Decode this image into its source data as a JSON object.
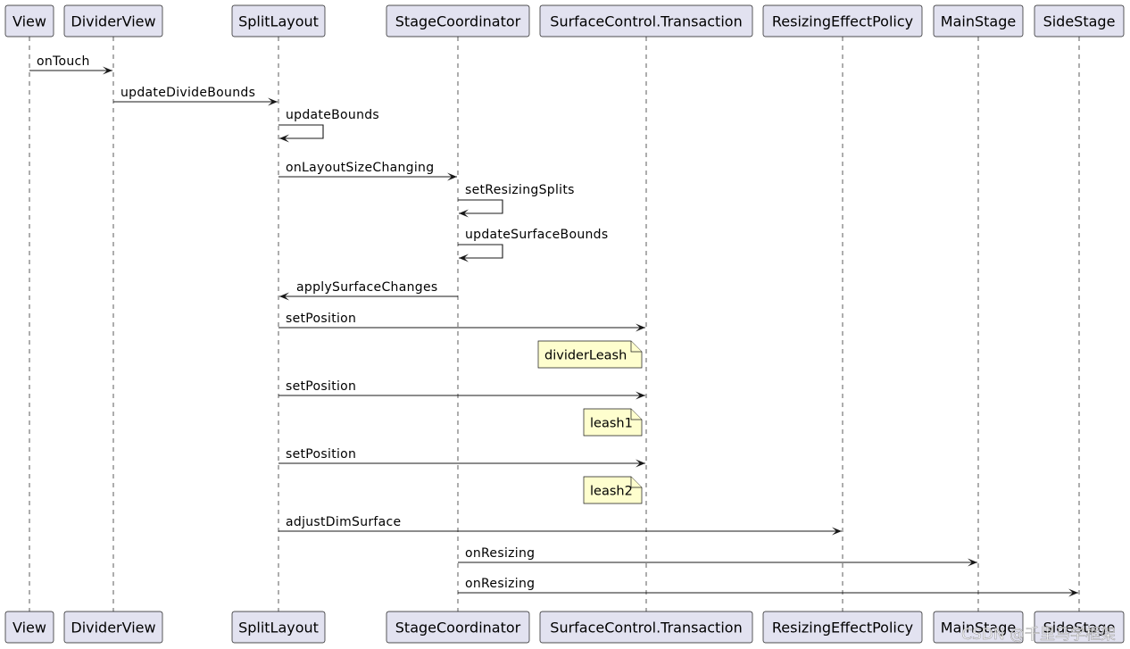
{
  "participants": [
    {
      "id": "View",
      "label": "View"
    },
    {
      "id": "DividerView",
      "label": "DividerView"
    },
    {
      "id": "SplitLayout",
      "label": "SplitLayout"
    },
    {
      "id": "StageCoordinator",
      "label": "StageCoordinator"
    },
    {
      "id": "SurfaceControl.Transaction",
      "label": "SurfaceControl.Transaction"
    },
    {
      "id": "ResizingEffectPolicy",
      "label": "ResizingEffectPolicy"
    },
    {
      "id": "MainStage",
      "label": "MainStage"
    },
    {
      "id": "SideStage",
      "label": "SideStage"
    }
  ],
  "steps": [
    {
      "kind": "message",
      "from": "View",
      "to": "DividerView",
      "label": "onTouch"
    },
    {
      "kind": "message",
      "from": "DividerView",
      "to": "SplitLayout",
      "label": "updateDivideBounds"
    },
    {
      "kind": "self",
      "on": "SplitLayout",
      "label": "updateBounds"
    },
    {
      "kind": "message",
      "from": "SplitLayout",
      "to": "StageCoordinator",
      "label": "onLayoutSizeChanging"
    },
    {
      "kind": "self",
      "on": "StageCoordinator",
      "label": "setResizingSplits"
    },
    {
      "kind": "self",
      "on": "StageCoordinator",
      "label": "updateSurfaceBounds"
    },
    {
      "kind": "message",
      "from": "StageCoordinator",
      "to": "SplitLayout",
      "label": "applySurfaceChanges"
    },
    {
      "kind": "message",
      "from": "SplitLayout",
      "to": "SurfaceControl.Transaction",
      "label": "setPosition"
    },
    {
      "kind": "note",
      "on": "SurfaceControl.Transaction",
      "side": "left",
      "label": "dividerLeash"
    },
    {
      "kind": "message",
      "from": "SplitLayout",
      "to": "SurfaceControl.Transaction",
      "label": "setPosition"
    },
    {
      "kind": "note",
      "on": "SurfaceControl.Transaction",
      "side": "left",
      "label": "leash1"
    },
    {
      "kind": "message",
      "from": "SplitLayout",
      "to": "SurfaceControl.Transaction",
      "label": "setPosition"
    },
    {
      "kind": "note",
      "on": "SurfaceControl.Transaction",
      "side": "left",
      "label": "leash2"
    },
    {
      "kind": "message",
      "from": "SplitLayout",
      "to": "ResizingEffectPolicy",
      "label": "adjustDimSurface"
    },
    {
      "kind": "message",
      "from": "StageCoordinator",
      "to": "MainStage",
      "label": "onResizing"
    },
    {
      "kind": "message",
      "from": "StageCoordinator",
      "to": "SideStage",
      "label": "onResizing"
    }
  ],
  "watermark": "CSDN @千里马学框架",
  "colors": {
    "participant_fill": "#e2e2f0",
    "note_fill": "#fefece",
    "line": "#181818"
  }
}
